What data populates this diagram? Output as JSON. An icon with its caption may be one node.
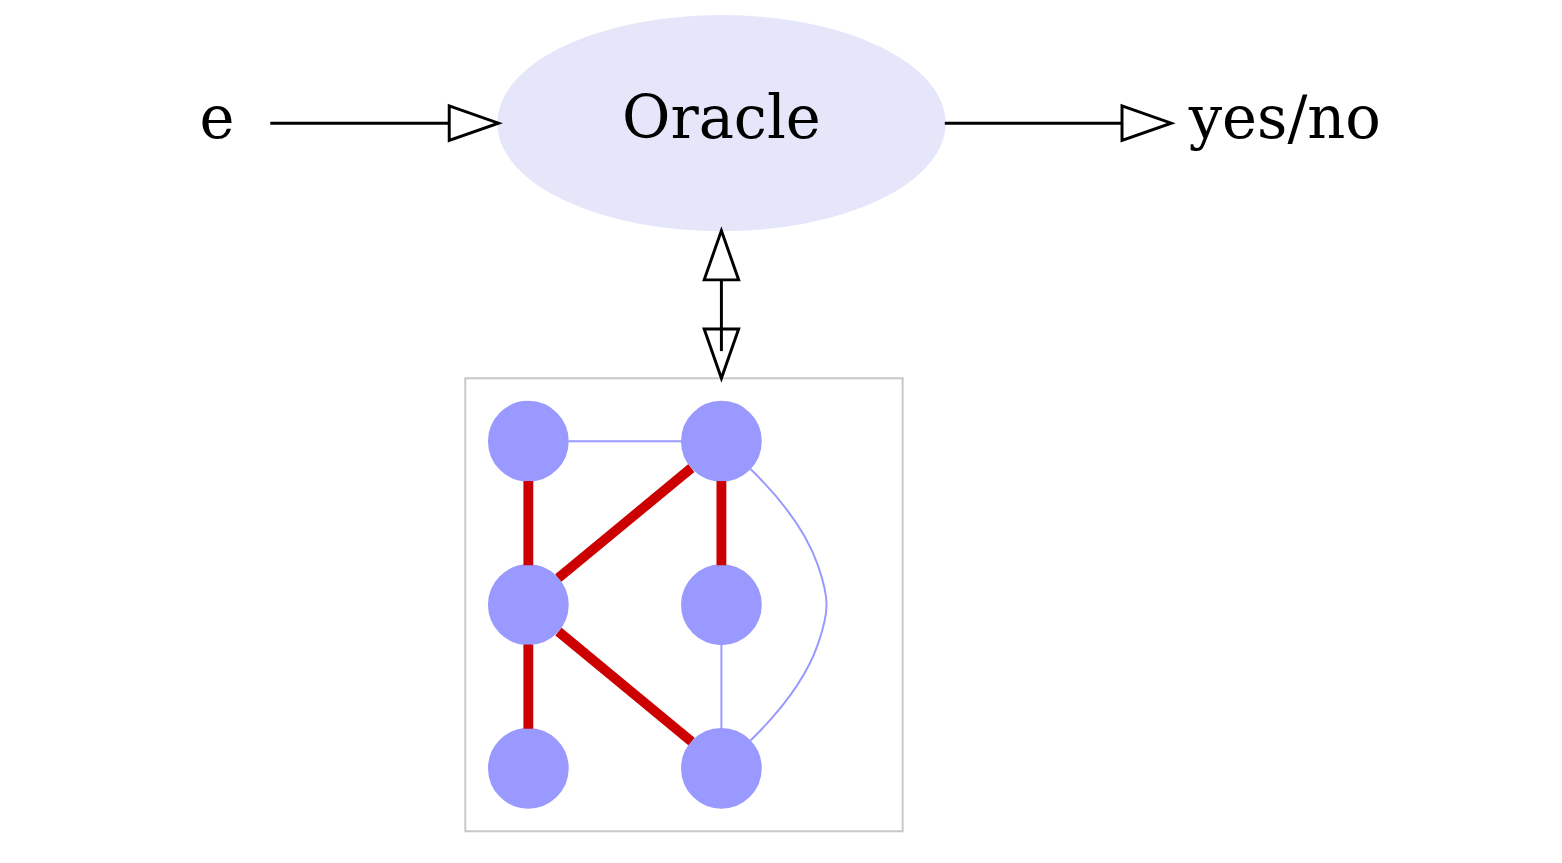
{
  "diagram": {
    "nodes": [
      {
        "text": [
          "e"
        ]
      },
      {
        "text": [
          "Oracle"
        ]
      },
      {
        "text": [
          "yes/no"
        ]
      },
      {
        "text": [],
        "shape": "picture"
      },
      {
        "text": [],
        "shape": "circle",
        "in": 3
      },
      {
        "text": [],
        "shape": "circle",
        "in": 3
      },
      {
        "text": [],
        "shape": "circle",
        "in": 3
      },
      {
        "text": [],
        "shape": "circle",
        "in": 3
      },
      {
        "text": [],
        "shape": "circle",
        "in": 3
      },
      {
        "text": [],
        "shape": "circle",
        "in": 3
      }
    ],
    "edges": [
      {
        "from": 0,
        "to": 1,
        "arrow": "to",
        "color": "#000000"
      },
      {
        "from": 1,
        "to": 2,
        "arrow": "to",
        "color": "#000000"
      },
      {
        "from": 1,
        "to": 3,
        "arrow": "both",
        "color": "#000000"
      },
      {
        "from": 4,
        "to": 5,
        "arrow": "none",
        "color": "#9999ff"
      },
      {
        "from": 4,
        "to": 6,
        "arrow": "none",
        "style": "thick",
        "color": "#cc0000"
      },
      {
        "from": 5,
        "to": 6,
        "arrow": "none",
        "style": "thick",
        "color": "#cc0000"
      },
      {
        "from": 5,
        "to": 7,
        "arrow": "none",
        "style": "thick",
        "color": "#cc0000"
      },
      {
        "from": 5,
        "to": 9,
        "arrow": "none",
        "color": "#9999ff"
      },
      {
        "from": 6,
        "to": 8,
        "arrow": "none",
        "style": "thick",
        "color": "#cc0000"
      },
      {
        "from": 6,
        "to": 9,
        "arrow": "none",
        "style": "thick",
        "color": "#cc0000"
      },
      {
        "from": 7,
        "to": 9,
        "arrow": "none",
        "color": "#9999ff"
      }
    ]
  }
}
